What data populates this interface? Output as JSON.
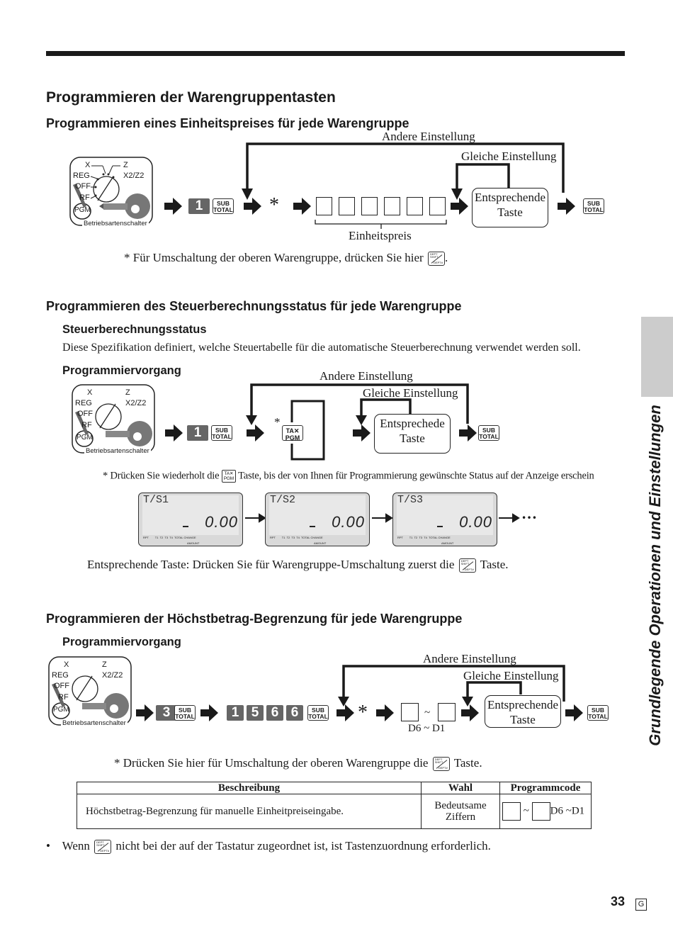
{
  "header": {
    "title": "Programmieren der Warengruppentasten",
    "sidebar_label": "Grundlegende Operationen und Einstellungen"
  },
  "section1": {
    "heading": "Programmieren eines Einheitspreises für jede Warengruppe",
    "loop_other": "Andere Einstellung",
    "loop_same": "Gleiche Einstellung",
    "key_1": "1",
    "sub_total": "SUB\nTOTAL",
    "asterisk": "*",
    "corresponding_key": "Entsprechende\nTaste",
    "unit_price_label": "Einheitspreis",
    "note": "* Für Umschaltung der oberen Warengruppe, drücken Sie hier",
    "note_end": "."
  },
  "mode_switch": {
    "positions": [
      "X",
      "Z",
      "REG",
      "X2/Z2",
      "OFF",
      "RF",
      "PGM"
    ],
    "caption": "Betriebsartenschalter"
  },
  "section2": {
    "heading": "Programmieren des Steuerberechnungsstatus für jede Warengruppe",
    "sub_heading": "Steuerberechnungsstatus",
    "description": "Diese Spezifikation definiert, welche Steuertabelle für die automatische Steuerberechnung  verwendet werden soll.",
    "procedure_heading": "Programmiervorgang",
    "loop_other": "Andere Einstellung",
    "loop_same": "Gleiche Einstellung",
    "key_1": "1",
    "tax_pgm": "TA✕\nPGM",
    "corresponding_key": "Entsprechede\nTaste",
    "note_pre": "* Drücken Sie wiederholt die",
    "note_post": "Taste, bis der von Ihnen für Programmierung gewünschte Status auf der Anzeige erschein",
    "displays": [
      {
        "status": "T/S1",
        "value": "0.00"
      },
      {
        "status": "T/S2",
        "value": "0.00"
      },
      {
        "status": "T/S3",
        "value": "0.00"
      }
    ],
    "display_annunciators": "RPT        T1  T2  T3  T4  TOTAL CHANGE",
    "display_amount": "AMOUNT",
    "ellipsis": "…",
    "key_note_pre": "Entsprechende Taste: Drücken Sie für Warengruppe-Umschaltung zuerst die",
    "key_note_post": "Taste."
  },
  "section3": {
    "heading": "Programmieren der Höchstbetrag-Begrenzung für jede Warengruppe",
    "procedure_heading": "Programmiervorgang",
    "loop_other": "Andere Einstellung",
    "loop_same": "Gleiche Einstellung",
    "key_3": "3",
    "digits": [
      "1",
      "5",
      "6",
      "6"
    ],
    "tilde": "~",
    "d_range": "D6 ~ D1",
    "corresponding_key": "Entsprechende\nTaste",
    "note_pre": "* Drücken Sie hier für Umschaltung der oberen Warengruppe die",
    "note_post": "Taste."
  },
  "table": {
    "headers": [
      "Beschreibung",
      "Wahl",
      "Programmcode"
    ],
    "row": {
      "description": "Höchstbetrag-Begrenzung für manuelle Einheitpreiseingabe.",
      "choice": "Bedeutsame\nZiffern",
      "code_tilde": "~",
      "code_range": "D6 ~D1"
    }
  },
  "footnote": {
    "bullet": "•",
    "pre": "Wenn",
    "post": "nicht bei der auf der Tastatur zugeordnet ist, ist Tastenzuordnung erforderlich."
  },
  "footer": {
    "page_number": "33",
    "lang_code": "G"
  },
  "dept_key": {
    "line1": "DEPT\nSHIFT",
    "line2": "DEPT#"
  }
}
